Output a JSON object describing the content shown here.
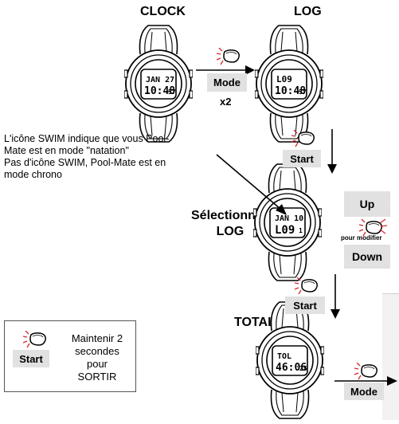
{
  "titles": {
    "clock": "CLOCK",
    "log": "LOG",
    "select_log": "Sélectionnez\nLOG",
    "totals": "TOTALS"
  },
  "buttons": {
    "mode_x2_label": "Mode",
    "mode_x2_count": "x2",
    "start_1": "Start",
    "up": "Up",
    "modify": "pour modifier",
    "down": "Down",
    "start_2": "Start",
    "mode_end": "Mode",
    "legend_start": "Start"
  },
  "note": {
    "line1": "L'icône SWIM  indique que vous Pool-",
    "line2": "Mate est en mode \"natation\"",
    "line3": "Pas d'icône SWIM, Pool-Mate est en",
    "line4": "mode chrono"
  },
  "legend": {
    "text": "Maintenir 2\nsecondes\npour\nSORTIR"
  },
  "watches": {
    "clock": {
      "line1": "JAN 27",
      "line2": "10:48",
      "sec": "57"
    },
    "log": {
      "line1": "L09",
      "line2": "10:48",
      "sec": "57"
    },
    "select": {
      "line1": "JAN 10",
      "line2": "L09",
      "sec": "1"
    },
    "totals": {
      "line1": "TOL",
      "line2": "46:06",
      "sec": "25"
    }
  },
  "colors": {
    "button_bg": "#e1e1e1",
    "press_rays": "#d8262c"
  }
}
